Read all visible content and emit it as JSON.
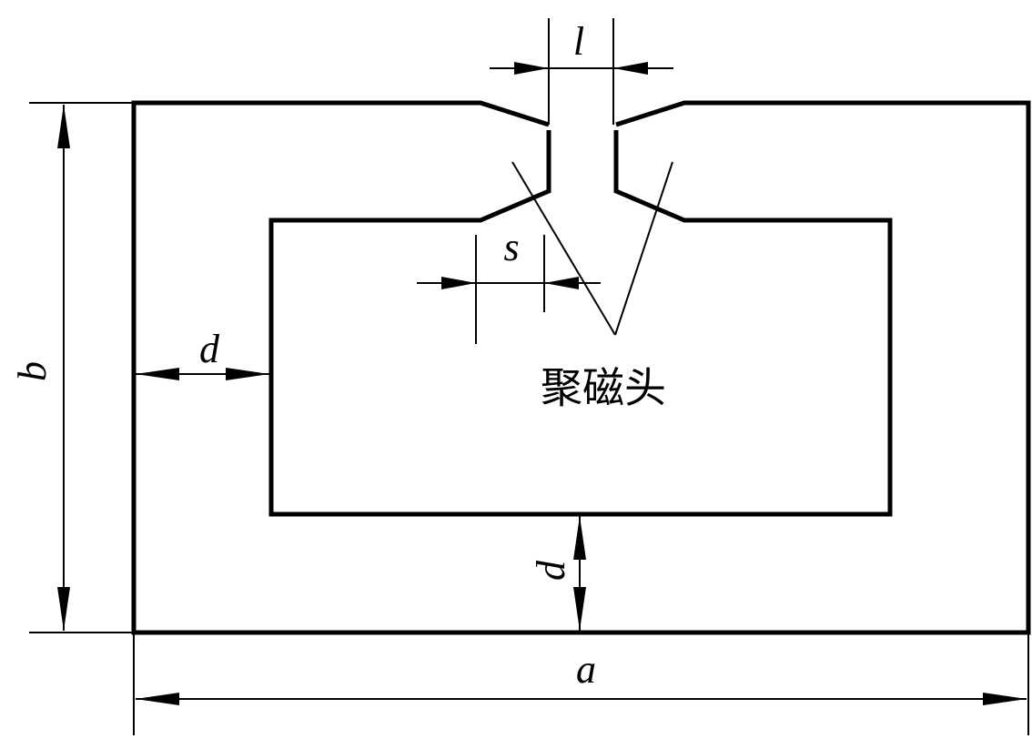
{
  "labels": {
    "width": "a",
    "height": "b",
    "thickness_side": "d",
    "thickness_bottom": "d",
    "gap": "l",
    "tip_spacing": "s",
    "center_label": "聚磁头"
  },
  "colors": {
    "line": "#000000",
    "background": "#ffffff"
  }
}
